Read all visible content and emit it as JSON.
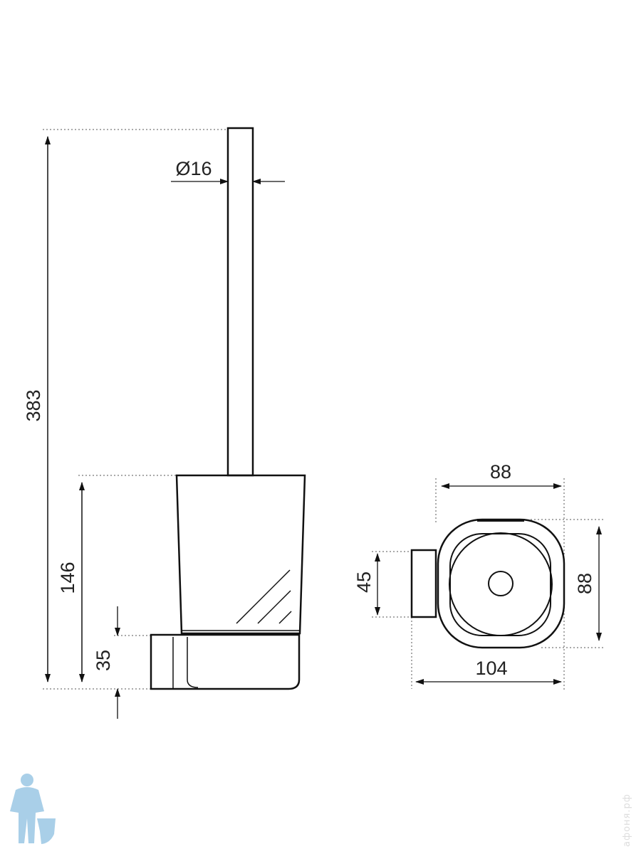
{
  "dimensions": {
    "rod_diameter": "Ø16",
    "total_height": "383",
    "cup_height": "146",
    "base_height": "35",
    "top_width": "88",
    "top_depth": "88",
    "bracket_height": "45",
    "total_width": "104"
  },
  "watermark": "афоня.рф",
  "colors": {
    "line": "#111111",
    "dotted": "#555555",
    "logo": "#a9cfe8"
  }
}
